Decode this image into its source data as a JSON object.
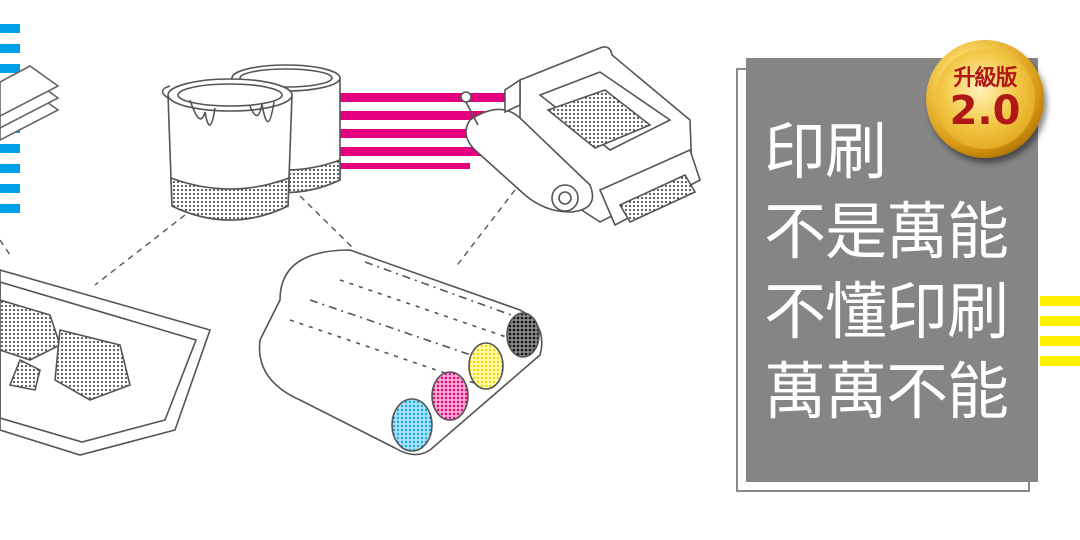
{
  "headline": {
    "lines": [
      "印刷",
      "不是萬能",
      "不懂印刷",
      "萬萬不能"
    ]
  },
  "badge": {
    "label": "升級版",
    "version": "2.0"
  },
  "illustration": {
    "stripe_colors": {
      "left": "#00a0e9",
      "middle": "#e4007f",
      "right": "#fff100"
    },
    "ink_colors": {
      "cyan": "#48c2ec",
      "magenta": "#e4007f",
      "yellow": "#fff100",
      "black": "#222222"
    },
    "icons": [
      "paper-stack-icon",
      "ink-bucket-icon",
      "printing-press-icon",
      "ink-roller-icon",
      "printing-plate-icon"
    ]
  }
}
